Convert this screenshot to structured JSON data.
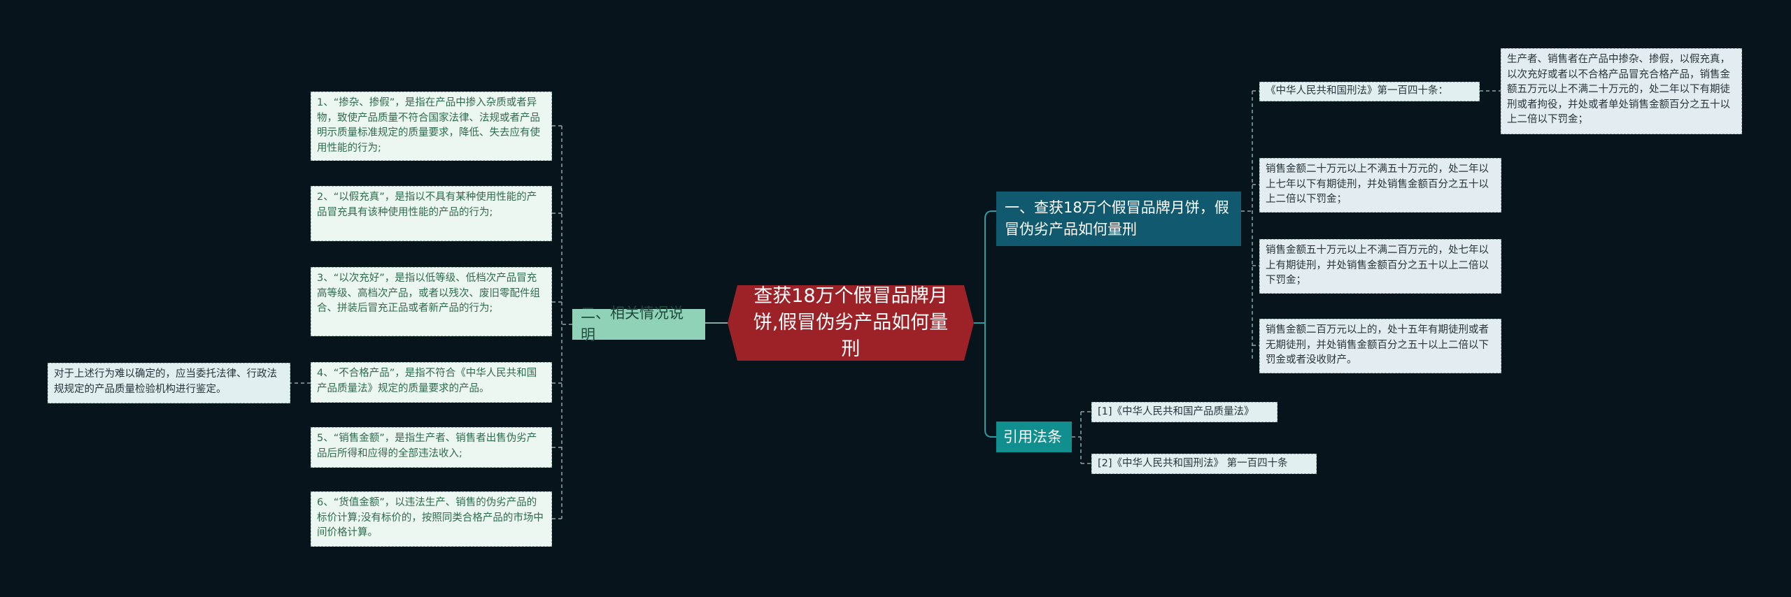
{
  "root": {
    "title": "查获18万个假冒品牌月饼,假冒伪劣产品如何量刑"
  },
  "branches": {
    "penalty": {
      "label": "一、查获18万个假冒品牌月饼，假冒伪劣产品如何量刑",
      "law_ref": "《中华人民共和国刑法》第一百四十条：",
      "law_detail": "生产者、销售者在产品中掺杂、掺假，以假充真，以次充好或者以不合格产品冒充合格产品，销售金额五万元以上不满二十万元的，处二年以下有期徒刑或者拘役，并处或者单处销售金额百分之五十以上二倍以下罚金；",
      "tiers": [
        "销售金额二十万元以上不满五十万元的，处二年以上七年以下有期徒刑，并处销售金额百分之五十以上二倍以下罚金；",
        "销售金额五十万元以上不满二百万元的，处七年以上有期徒刑，并处销售金额百分之五十以上二倍以下罚金；",
        "销售金额二百万元以上的，处十五年有期徒刑或者无期徒刑，并处销售金额百分之五十以上二倍以下罚金或者没收财产。"
      ]
    },
    "explain": {
      "label": "二、相关情况说明",
      "items": [
        "1、“掺杂、掺假”，是指在产品中掺入杂质或者异物，致使产品质量不符合国家法律、法规或者产品明示质量标准规定的质量要求，降低、失去应有使用性能的行为;",
        "2、“以假充真”，是指以不具有某种使用性能的产品冒充具有该种使用性能的产品的行为;",
        "3、“以次充好”，是指以低等级、低档次产品冒充高等级、高档次产品，或者以残次、废旧零配件组合、拼装后冒充正品或者新产品的行为;",
        "4、“不合格产品”，是指不符合《中华人民共和国产品质量法》规定的质量要求的产品。",
        "5、“销售金额”，是指生产者、销售者出售伪劣产品后所得和应得的全部违法收入;",
        "6、“货值金额”，以违法生产、销售的伪劣产品的标价计算;没有标价的，按照同类合格产品的市场中间价格计算。"
      ],
      "note": "对于上述行为难以确定的，应当委托法律、行政法规规定的产品质量检验机构进行鉴定。"
    },
    "cite": {
      "label": "引用法条",
      "items": [
        "[1]《中华人民共和国产品质量法》",
        "[2]《中华人民共和国刑法》 第一百四十条"
      ]
    }
  },
  "colors": {
    "background": "#07141c",
    "root": "#9d2227",
    "penalty_branch": "#10596f",
    "explain_branch": "#8fd2b7",
    "cite_branch": "#118f8f",
    "connector": "#8aa7a4"
  }
}
